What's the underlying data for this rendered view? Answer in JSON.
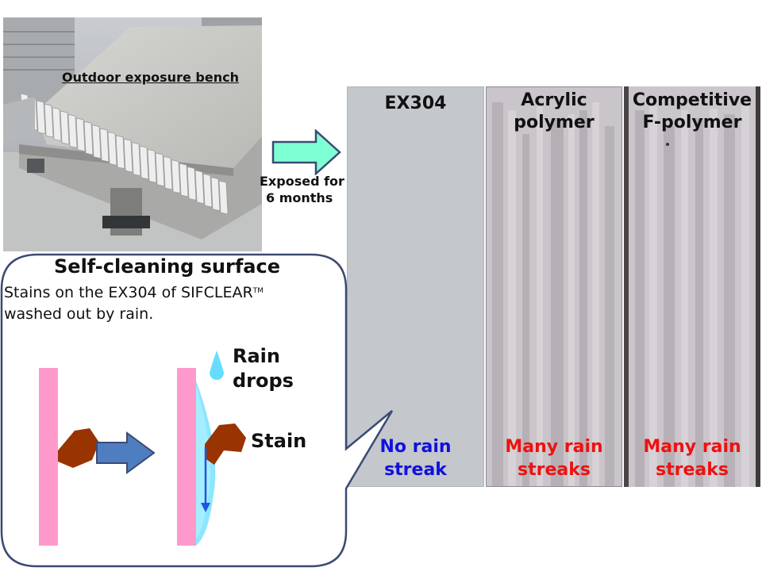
{
  "photo": {
    "label": "Outdoor exposure bench"
  },
  "exposure": {
    "line1": "Exposed for",
    "line2": "6 months"
  },
  "panels": [
    {
      "title": [
        "EX304"
      ],
      "result": [
        "No rain",
        "streak"
      ],
      "result_color": "#1111dd"
    },
    {
      "title": [
        "Acrylic",
        "polymer"
      ],
      "result": [
        "Many rain",
        "streaks"
      ],
      "result_color": "#ee1111"
    },
    {
      "title": [
        "Competitive",
        "F-polymer"
      ],
      "result": [
        "Many rain",
        "streaks"
      ],
      "result_color": "#ee1111"
    }
  ],
  "callout": {
    "title": "Self-cleaning surface",
    "desc_line1": "Stains on the EX304 of SIFCLEAR",
    "desc_tm": "TM",
    "desc_line2": "washed out by rain."
  },
  "diagram": {
    "rain_label": [
      "Rain",
      "drops"
    ],
    "stain_label": "Stain"
  },
  "colors": {
    "panel_border": "#3b4a73",
    "surface": "#ff99cc",
    "stain": "#993300",
    "arrow_blue": "#4f7ec0",
    "arrow_green": "#7fffd4",
    "water": "#66ddff",
    "result_blue": "#1111dd",
    "result_red": "#ee1111"
  }
}
